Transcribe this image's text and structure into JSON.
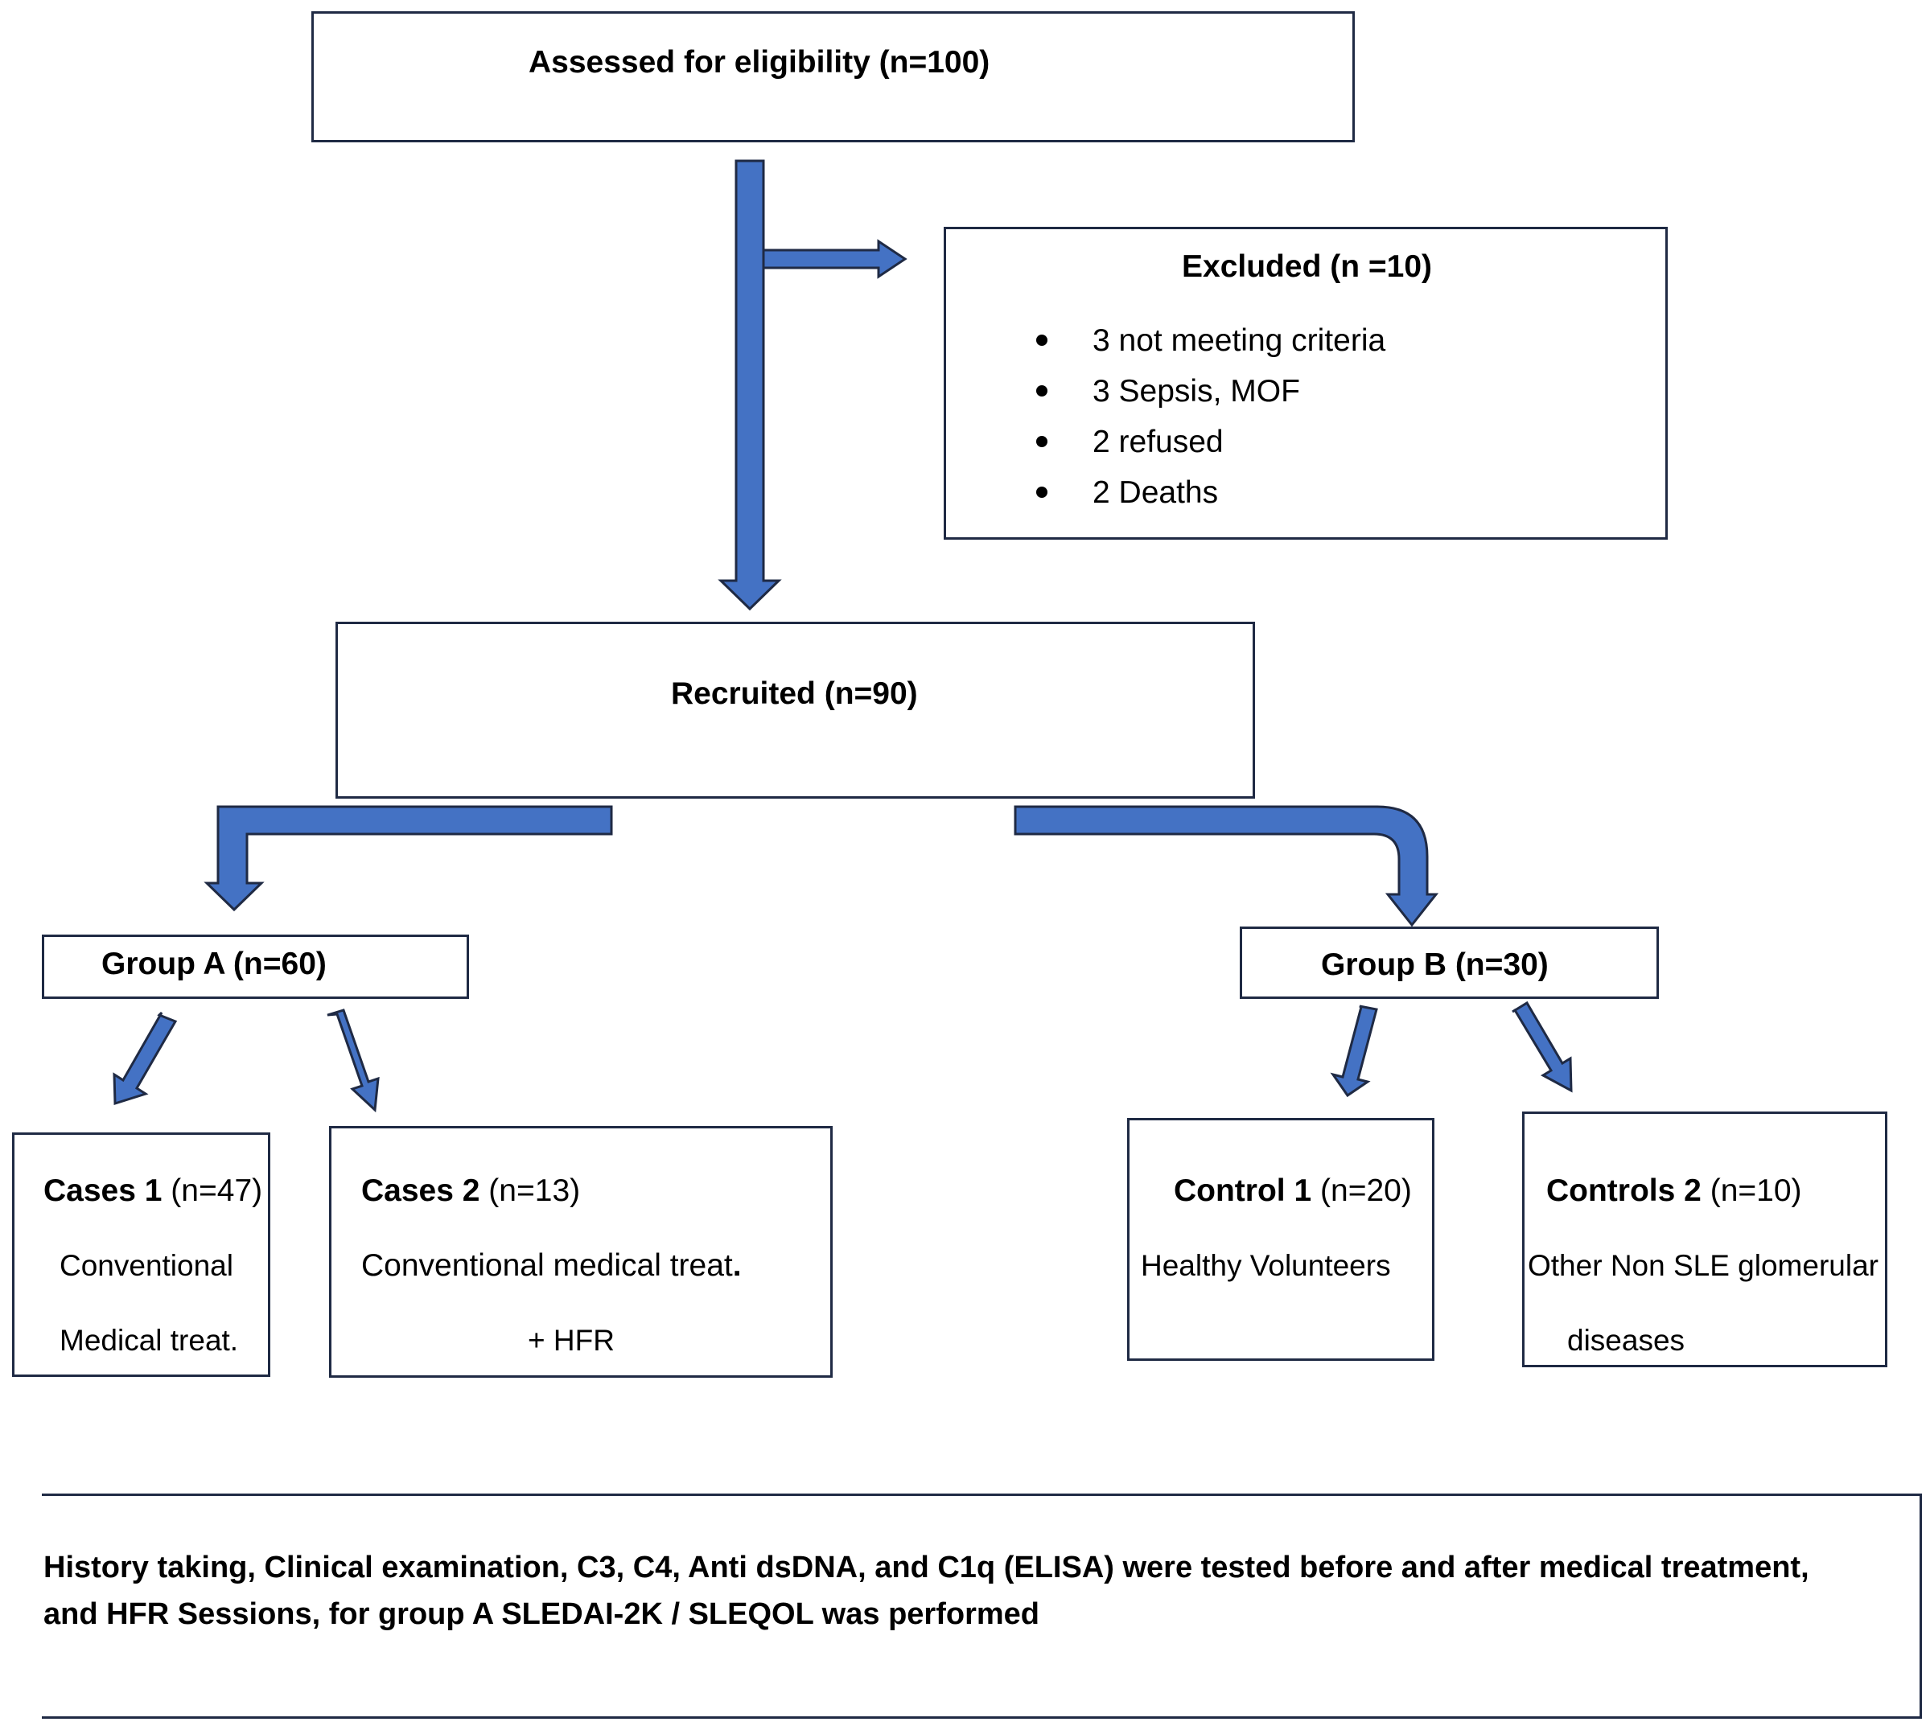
{
  "colors": {
    "arrow_fill": "#4472c4",
    "arrow_stroke": "#1f2a44",
    "box_border": "#1f2a44"
  },
  "assessed": {
    "label": "Assessed for eligibility (n=100)"
  },
  "excluded": {
    "title": "Excluded (n =10)",
    "items": [
      "3 not meeting criteria",
      "3 Sepsis, MOF",
      "2 refused",
      "2 Deaths"
    ]
  },
  "recruited": {
    "label": "Recruited (n=90)"
  },
  "group_a": {
    "label": "Group A (n=60)"
  },
  "group_b": {
    "label": "Group B (n=30)"
  },
  "cases1": {
    "title": "Cases 1",
    "count": "(n=47)",
    "line1": "Conventional",
    "line2": "Medical treat."
  },
  "cases2": {
    "title": "Cases 2",
    "count": "(n=13)",
    "line1_main": "Conventional medical treat",
    "line1_dot": ".",
    "line2": "+ HFR"
  },
  "control1": {
    "title": "Control 1",
    "count": "(n=20)",
    "line1": "Healthy Volunteers"
  },
  "controls2": {
    "title": "Controls 2",
    "count": "(n=10)",
    "line1": "Other Non SLE glomerular",
    "line2": "diseases"
  },
  "note": {
    "line1": "History taking, Clinical examination, C3, C4, Anti dsDNA, and C1q (ELISA) were tested before and after medical treatment,",
    "line2": "and HFR Sessions, for group A SLEDAI-2K / SLEQOL was performed"
  }
}
